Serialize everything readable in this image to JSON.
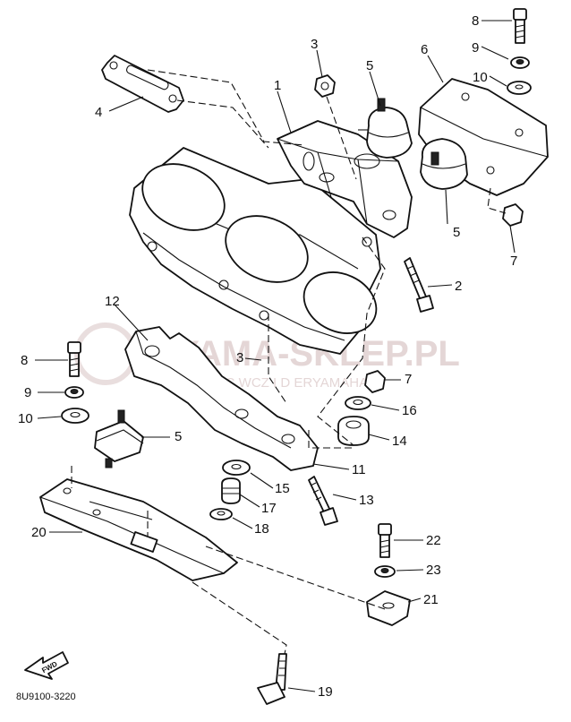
{
  "watermark": {
    "brand": "YAMA-SKLEP.PL",
    "tagline": "WMCIEC        WCZ I D         ERYAMAHA",
    "color": "#e0cfcf"
  },
  "drawing_code": "8U9100-3220",
  "direction_arrow": {
    "label": "FWD",
    "icon": "fwd-arrow-icon"
  },
  "callouts": [
    {
      "id": "c1",
      "label": "1"
    },
    {
      "id": "c2",
      "label": "2"
    },
    {
      "id": "c3a",
      "label": "3"
    },
    {
      "id": "c3b",
      "label": "3"
    },
    {
      "id": "c4",
      "label": "4"
    },
    {
      "id": "c5a",
      "label": "5"
    },
    {
      "id": "c5b",
      "label": "5"
    },
    {
      "id": "c5c",
      "label": "5"
    },
    {
      "id": "c6",
      "label": "6"
    },
    {
      "id": "c7a",
      "label": "7"
    },
    {
      "id": "c7b",
      "label": "7"
    },
    {
      "id": "c8a",
      "label": "8"
    },
    {
      "id": "c8b",
      "label": "8"
    },
    {
      "id": "c9a",
      "label": "9"
    },
    {
      "id": "c9b",
      "label": "9"
    },
    {
      "id": "c10a",
      "label": "10"
    },
    {
      "id": "c10b",
      "label": "10"
    },
    {
      "id": "c11",
      "label": "11"
    },
    {
      "id": "c12",
      "label": "12"
    },
    {
      "id": "c13",
      "label": "13"
    },
    {
      "id": "c14",
      "label": "14"
    },
    {
      "id": "c15",
      "label": "15"
    },
    {
      "id": "c16",
      "label": "16"
    },
    {
      "id": "c17",
      "label": "17"
    },
    {
      "id": "c18",
      "label": "18"
    },
    {
      "id": "c19",
      "label": "19"
    },
    {
      "id": "c20",
      "label": "20"
    },
    {
      "id": "c21",
      "label": "21"
    },
    {
      "id": "c22",
      "label": "22"
    },
    {
      "id": "c23",
      "label": "23"
    }
  ]
}
